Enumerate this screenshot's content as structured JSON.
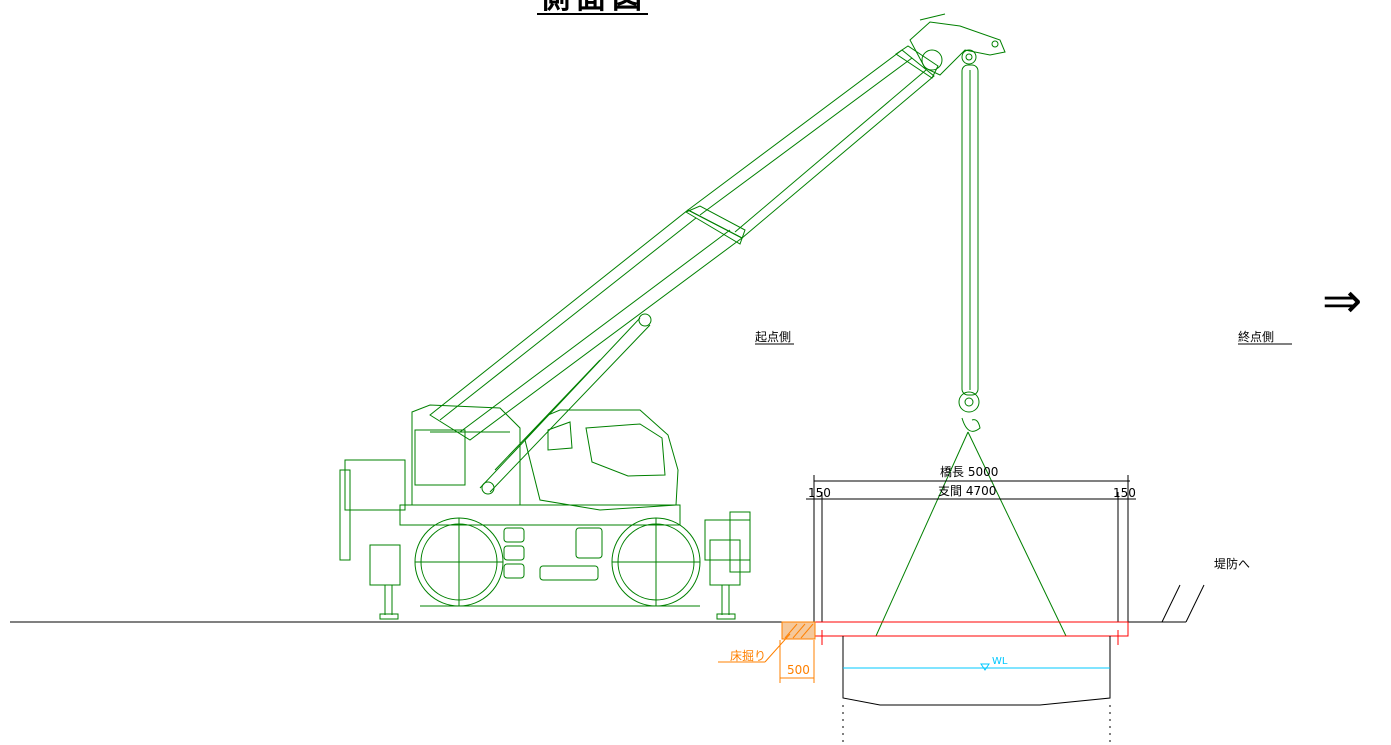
{
  "title": "側面図",
  "labels": {
    "start_side": "起点側",
    "end_side": "終点側",
    "bridge_length": "橋長 5000",
    "span": "支間 4700",
    "edge_left": "150",
    "edge_right": "150",
    "to_levee": "堤防へ",
    "floor_excavation": "床掘り",
    "excavation_width": "500",
    "water_level": "WL",
    "direction_arrow": "⇒"
  },
  "colors": {
    "crane": "#008000",
    "ground": "#000000",
    "bridge_deck": "#ff0000",
    "excavation": "#ff8000",
    "water_level": "#00c8ff",
    "dimension": "#000000"
  }
}
